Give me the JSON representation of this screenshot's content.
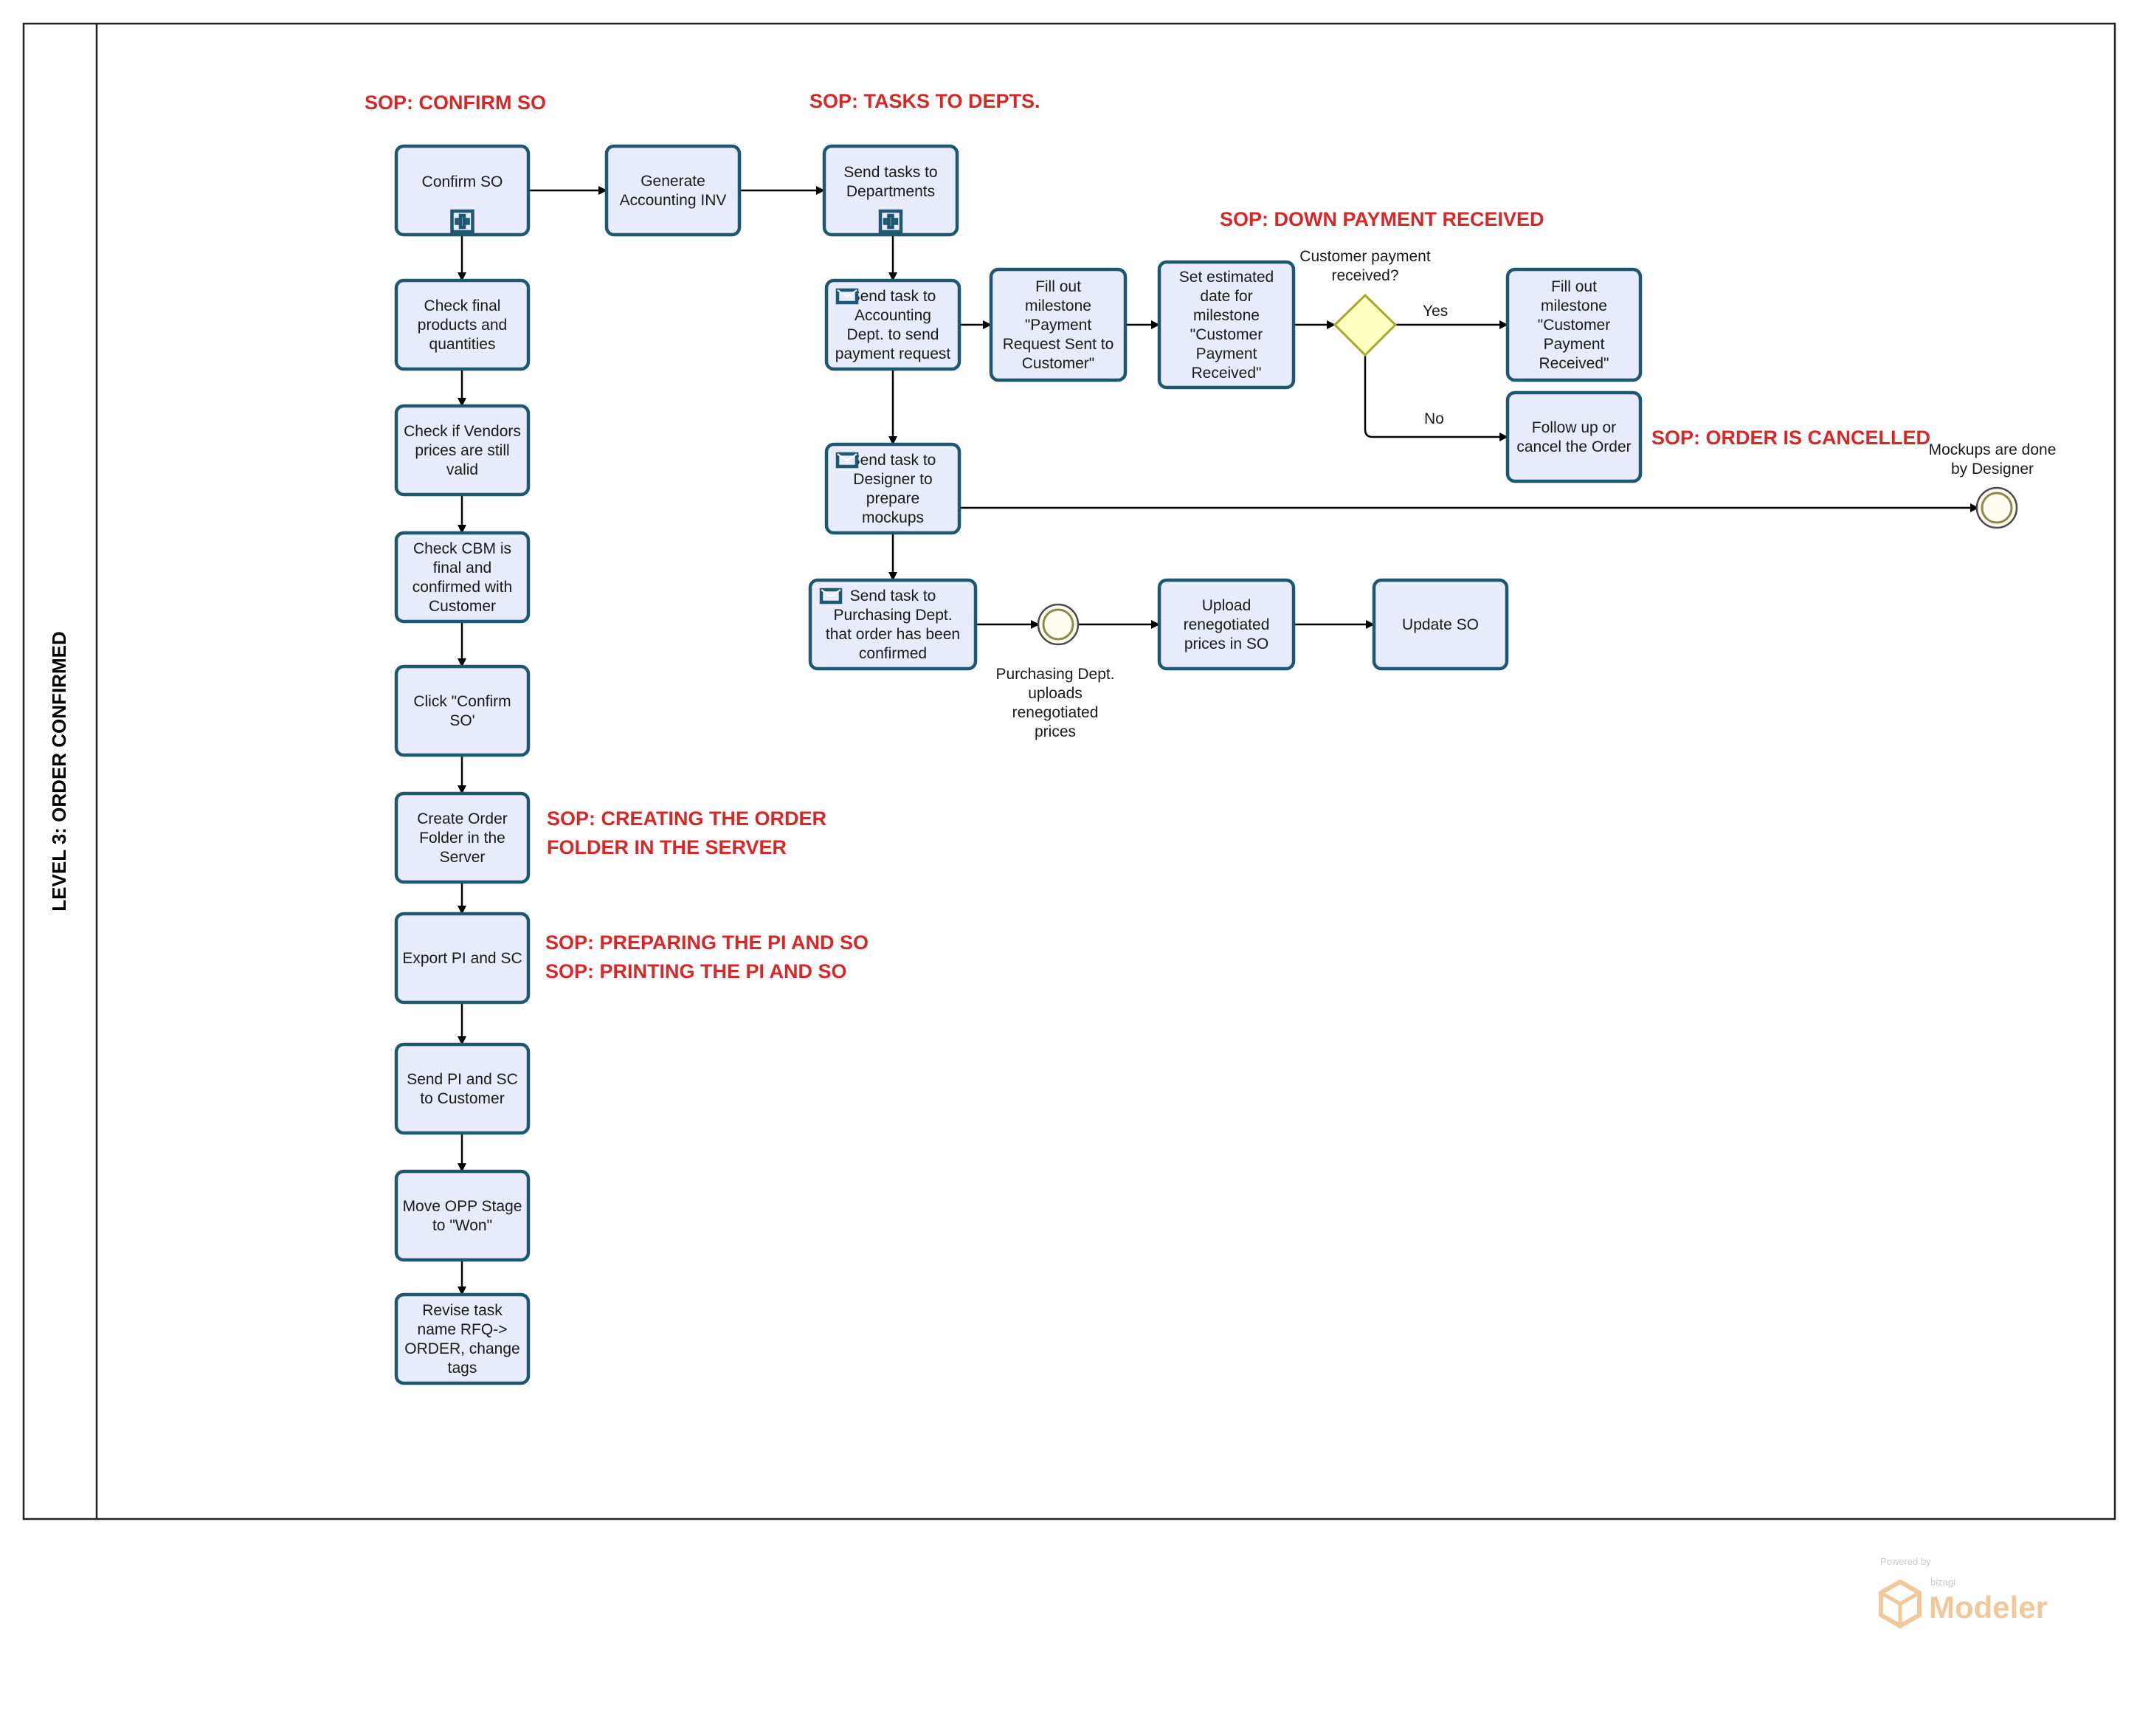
{
  "lane": {
    "title": "LEVEL 3: ORDER CONFIRMED"
  },
  "sops": {
    "confirm_so": "SOP: CONFIRM SO",
    "tasks_to_depts": "SOP: TASKS TO DEPTS.",
    "down_payment": "SOP: DOWN PAYMENT RECEIVED",
    "order_cancelled": "SOP: ORDER IS CANCELLED",
    "creating_folder": [
      "SOP: CREATING THE ORDER",
      "FOLDER IN THE SERVER"
    ],
    "preparing_pi": "SOP: PREPARING THE PI AND SO",
    "printing_pi": "SOP: PRINTING THE PI AND SO"
  },
  "tasks": {
    "confirm_so": [
      "Confirm SO"
    ],
    "generate_inv": [
      "Generate",
      "Accounting INV"
    ],
    "send_tasks": [
      "Send tasks to",
      "Departments"
    ],
    "check_products": [
      "Check final",
      "products and",
      "quantities"
    ],
    "check_vendors": [
      "Check if Vendors",
      "prices are still",
      "valid"
    ],
    "check_cbm": [
      "Check CBM is",
      "final and",
      "confirmed with",
      "Customer"
    ],
    "click_confirm": [
      "Click \"Confirm",
      "SO'"
    ],
    "create_folder": [
      "Create Order",
      "Folder in the",
      "Server"
    ],
    "export_pi": [
      "Export PI and SC"
    ],
    "send_pi": [
      "Send PI and SC",
      "to Customer"
    ],
    "move_opp": [
      "Move OPP Stage",
      "to \"Won\""
    ],
    "revise_task": [
      "Revise task",
      "name RFQ->",
      "ORDER, change",
      "tags"
    ],
    "send_accounting": [
      "Send task to",
      "Accounting",
      "Dept. to send",
      "payment request"
    ],
    "fill_payment_request": [
      "Fill out",
      "milestone",
      "\"Payment",
      "Request Sent to",
      "Customer\""
    ],
    "set_estimated": [
      "Set estimated",
      "date for",
      "milestone",
      "\"Customer",
      "Payment",
      "Received\""
    ],
    "fill_payment_received": [
      "Fill out",
      "milestone",
      "\"Customer",
      "Payment",
      "Received\""
    ],
    "follow_up": [
      "Follow up or",
      "cancel the Order"
    ],
    "send_designer": [
      "Send task to",
      "Designer to",
      "prepare",
      "mockups"
    ],
    "send_purchasing": [
      "Send task to",
      "Purchasing Dept.",
      "that order has been",
      "confirmed"
    ],
    "upload_prices": [
      "Upload",
      "renegotiated",
      "prices in SO"
    ],
    "update_so": [
      "Update SO"
    ]
  },
  "gateway": {
    "question": [
      "Customer payment",
      "received?"
    ],
    "yes": "Yes",
    "no": "No"
  },
  "events": {
    "mockups_done": [
      "Mockups are done",
      "by Designer"
    ],
    "purchasing_uploads": [
      "Purchasing Dept.",
      "uploads",
      "renegotiated",
      "prices"
    ]
  },
  "watermark": {
    "powered": "Powered by",
    "brand": "bizagi",
    "product": "Modeler"
  }
}
